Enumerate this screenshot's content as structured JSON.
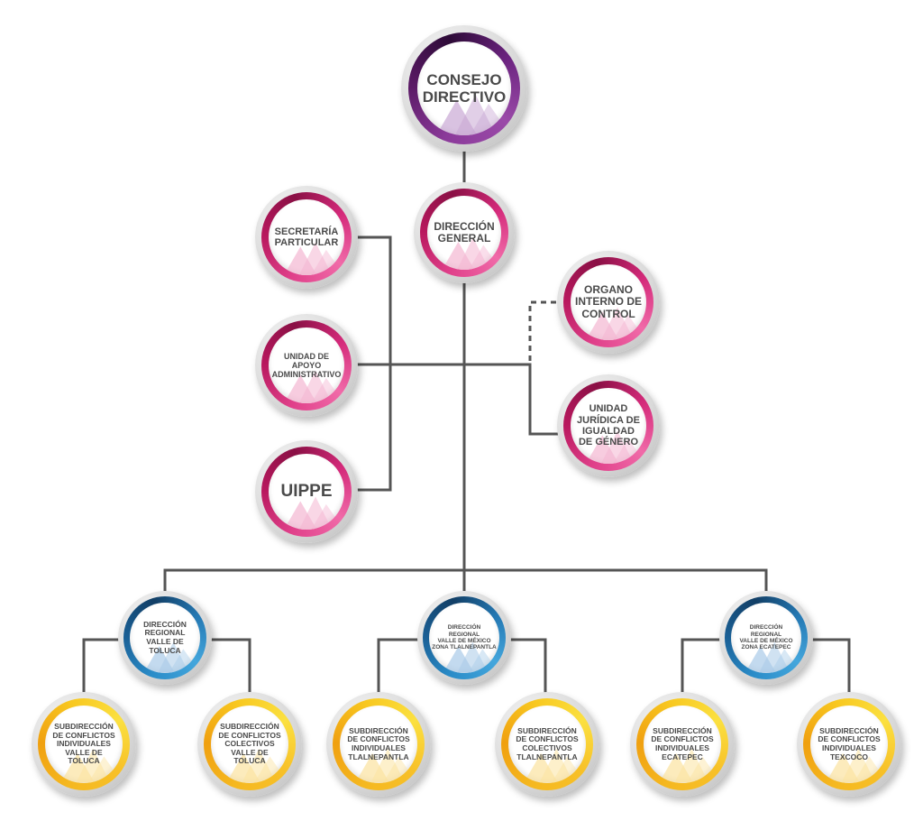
{
  "title": "Organigrama",
  "colors": {
    "connector": "#555555",
    "label_text": "#4a4a4a",
    "purple": "#6c2480",
    "pink": "#d42a7a",
    "blue": "#2478b3",
    "yellow": "#f5b820"
  },
  "nodes": {
    "consejo_directivo": {
      "lines": [
        "CONSEJO",
        "DIRECTIVO"
      ],
      "color": "purple"
    },
    "direccion_general": {
      "lines": [
        "DIRECCIÓN",
        "GENERAL"
      ],
      "color": "pink"
    },
    "secretaria_particular": {
      "lines": [
        "SECRETARÍA",
        "PARTICULAR"
      ],
      "color": "pink"
    },
    "unidad_apoyo_administrativo": {
      "lines": [
        "UNIDAD DE",
        "APOYO",
        "ADMINISTRATIVO"
      ],
      "color": "pink"
    },
    "uippe": {
      "lines": [
        "UIPPE"
      ],
      "color": "pink"
    },
    "organo_interno_control": {
      "lines": [
        "ORGANO",
        "INTERNO DE",
        "CONTROL"
      ],
      "color": "pink"
    },
    "unidad_juridica_igualdad": {
      "lines": [
        "UNIDAD",
        "JURÍDICA DE",
        "IGUALDAD",
        "DE GÉNERO"
      ],
      "color": "pink"
    },
    "regional_toluca": {
      "lines": [
        "DIRECCIÓN",
        "REGIONAL",
        "VALLE DE",
        "TOLUCA"
      ],
      "color": "blue"
    },
    "regional_tlalnepantla": {
      "lines": [
        "DIRECCIÓN",
        "REGIONAL",
        "VALLE DE MÉXICO",
        "ZONA TLALNEPANTLA"
      ],
      "color": "blue"
    },
    "regional_ecatepec": {
      "lines": [
        "DIRECCIÓN",
        "REGIONAL",
        "VALLE DE MÉXICO",
        "ZONA ECATEPEC"
      ],
      "color": "blue"
    },
    "sub_individuales_toluca": {
      "lines": [
        "SUBDIRECCIÓN",
        "DE CONFLICTOS",
        "INDIVIDUALES",
        "VALLE DE",
        "TOLUCA"
      ],
      "color": "yellow"
    },
    "sub_colectivos_toluca": {
      "lines": [
        "SUBDIRECCIÓN",
        "DE CONFLICTOS",
        "COLECTIVOS",
        "VALLE DE",
        "TOLUCA"
      ],
      "color": "yellow"
    },
    "sub_individuales_tlalnepantla": {
      "lines": [
        "SUBDIRECCIÓN",
        "DE CONFLICTOS",
        "INDIVIDUALES",
        "TLALNEPANTLA"
      ],
      "color": "yellow"
    },
    "sub_colectivos_tlalnepantla": {
      "lines": [
        "SUBDIRECCIÓN",
        "DE CONFLICTOS",
        "COLECTIVOS",
        "TLALNEPANTLA"
      ],
      "color": "yellow"
    },
    "sub_individuales_ecatepec": {
      "lines": [
        "SUBDIRECCIÓN",
        "DE CONFLICTOS",
        "INDIVIDUALES",
        "ECATEPEC"
      ],
      "color": "yellow"
    },
    "sub_individuales_texcoco": {
      "lines": [
        "SUBDIRECCIÓN",
        "DE CONFLICTOS",
        "INDIVIDUALES",
        "TEXCOCO"
      ],
      "color": "yellow"
    }
  },
  "edges": [
    {
      "from": "consejo_directivo",
      "to": "direccion_general",
      "style": "solid"
    },
    {
      "from": "direccion_general",
      "to": "secretaria_particular",
      "style": "solid"
    },
    {
      "from": "direccion_general",
      "to": "unidad_apoyo_administrativo",
      "style": "solid"
    },
    {
      "from": "direccion_general",
      "to": "uippe",
      "style": "solid"
    },
    {
      "from": "direccion_general",
      "to": "organo_interno_control",
      "style": "dashed"
    },
    {
      "from": "direccion_general",
      "to": "unidad_juridica_igualdad",
      "style": "solid"
    },
    {
      "from": "direccion_general",
      "to": "regional_toluca",
      "style": "solid"
    },
    {
      "from": "direccion_general",
      "to": "regional_tlalnepantla",
      "style": "solid"
    },
    {
      "from": "direccion_general",
      "to": "regional_ecatepec",
      "style": "solid"
    },
    {
      "from": "regional_toluca",
      "to": "sub_individuales_toluca",
      "style": "solid"
    },
    {
      "from": "regional_toluca",
      "to": "sub_colectivos_toluca",
      "style": "solid"
    },
    {
      "from": "regional_tlalnepantla",
      "to": "sub_individuales_tlalnepantla",
      "style": "solid"
    },
    {
      "from": "regional_tlalnepantla",
      "to": "sub_colectivos_tlalnepantla",
      "style": "solid"
    },
    {
      "from": "regional_ecatepec",
      "to": "sub_individuales_ecatepec",
      "style": "solid"
    },
    {
      "from": "regional_ecatepec",
      "to": "sub_individuales_texcoco",
      "style": "solid"
    }
  ]
}
